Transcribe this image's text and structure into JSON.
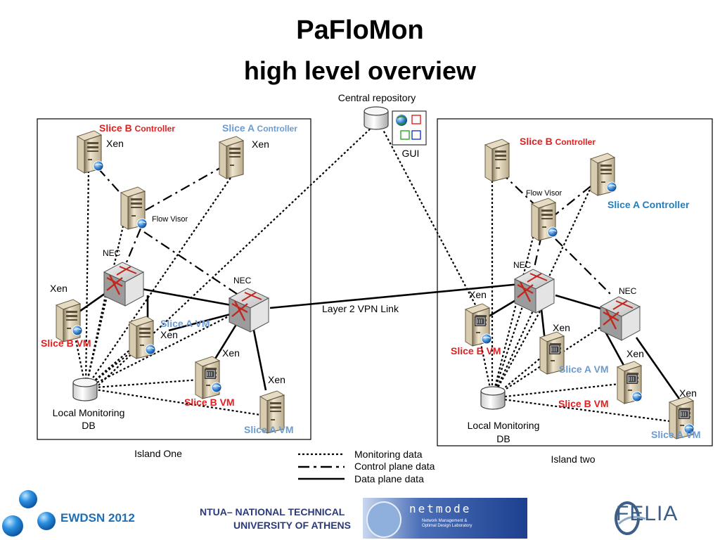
{
  "title": "PaFloMon",
  "subtitle": "high level overview",
  "central_repository": {
    "label": "Central repository",
    "gui_label": "GUI"
  },
  "island_one": {
    "caption": "Island One",
    "slice_b_controller": {
      "slice": "Slice B",
      "role": "Controller",
      "platform": "Xen"
    },
    "slice_a_controller": {
      "slice": "Slice A",
      "role": "Controller",
      "platform": "Xen"
    },
    "flow_visor": "Flow Visor",
    "nec_left": "NEC",
    "nec_right": "NEC",
    "xen_left": "Xen",
    "slice_b_vm_left": "Slice B VM",
    "slice_a_vm_center": "Slice A VM",
    "xen_center": "Xen",
    "xen_slice_b": "Xen",
    "slice_b_vm_bottom": "Slice B VM",
    "xen_slice_a": "Xen",
    "slice_a_vm_bottom": "Slice A VM",
    "db_label": "Local Monitoring",
    "db_label2": "DB"
  },
  "island_two": {
    "caption": "Island two",
    "slice_b_controller": {
      "slice": "Slice B",
      "role": "Controller"
    },
    "slice_a_controller": "Slice A Controller",
    "flow_visor": "Flow Visor",
    "nec_left": "NEC",
    "nec_right": "NEC",
    "xen_left": "Xen",
    "slice_b_vm_left": "Slice B VM",
    "xen_center": "Xen",
    "slice_a_vm_center": "Slice A VM",
    "xen_right": "Xen",
    "slice_b_vm_right": "Slice B VM",
    "xen_far_right": "Xen",
    "slice_a_vm_far_right": "Slice A VM",
    "db_label": "Local Monitoring",
    "db_label2": "DB"
  },
  "link_label": "Layer 2 VPN Link",
  "legend": {
    "monitoring": "Monitoring data",
    "control": "Control plane data",
    "data": "Data plane data"
  },
  "footer": {
    "conference": "EWDSN 2012",
    "university_line1": "NTUA– NATIONAL TECHNICAL",
    "university_line2": "UNIVERSITY OF ATHENS",
    "lab_logo": "netmode",
    "lab_line1": "Network Management &",
    "lab_line2": "Optimal Design Laboratory",
    "project_logo": "FELIA"
  },
  "colors": {
    "slice_b": "#e02020",
    "slice_a": "#6b9bd1",
    "slice_a_strong": "#1f7fc0",
    "footer_blue": "#1f6fb5"
  },
  "icons": [
    "server-icon",
    "vm-server-icon",
    "switch-icon",
    "database-icon",
    "gui-icon",
    "sphere-icon"
  ]
}
